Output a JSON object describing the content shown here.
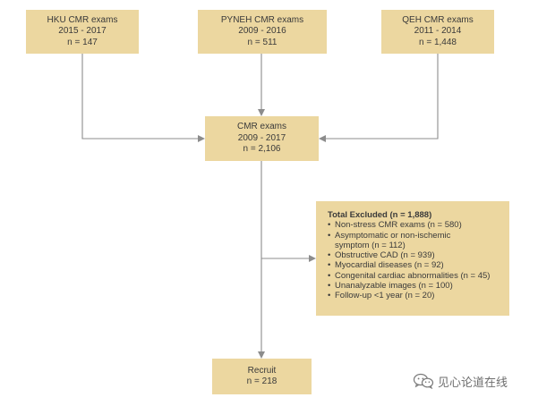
{
  "boxes": {
    "hku": {
      "line1": "HKU CMR exams",
      "line2": "2015 - 2017",
      "line3": "n = 147"
    },
    "pyneh": {
      "line1": "PYNEH CMR exams",
      "line2": "2009 - 2016",
      "line3": "n = 511"
    },
    "qeh": {
      "line1": "QEH CMR exams",
      "line2": "2011 - 2014",
      "line3": "n = 1,448"
    },
    "cmr": {
      "line1": "CMR exams",
      "line2": "2009 - 2017",
      "line3": "n = 2,106"
    },
    "recruit": {
      "line1": "Recruit",
      "line2": "n = 218"
    }
  },
  "excluded": {
    "title": "Total Excluded (n = 1,888)",
    "bullet": "•",
    "items": [
      "Non-stress CMR exams (n = 580)",
      "Asymptomatic or non-ischemic\nsymptom (n = 112)",
      "Obstructive CAD (n = 939)",
      "Myocardial diseases (n = 92)",
      "Congenital cardiac abnormalities (n = 45)",
      "Unanalyzable images (n = 100)",
      "Follow-up <1 year (n = 20)"
    ]
  },
  "watermark": {
    "icon": "wechat-icon",
    "text": "见心论道在线"
  },
  "colors": {
    "box_fill": "#ecd7a0",
    "line": "#8c8c8c",
    "text": "#3a3a3a"
  }
}
